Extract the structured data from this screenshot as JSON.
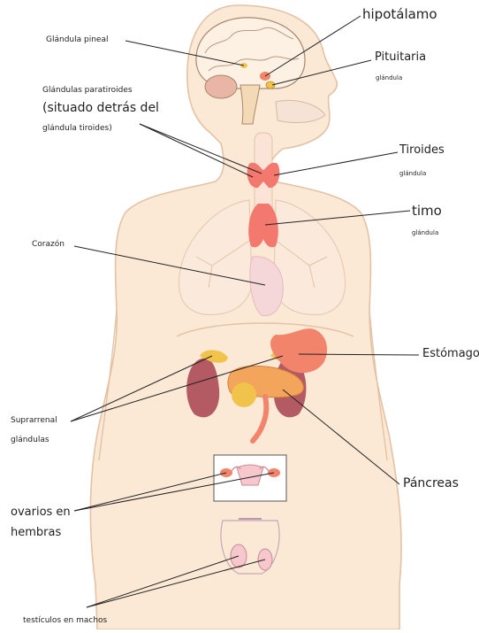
{
  "labels": {
    "hypothalamus": "hipotálamo",
    "pineal": "Glándula pineal",
    "pituitary": "Pituitaria",
    "pituitary_sub": "glándula",
    "parathyroid_1": "Glándulas paratiroides",
    "parathyroid_2": "(situado detrás del",
    "parathyroid_3": "glándula tiroides)",
    "thyroid": "Tiroides",
    "thyroid_sub": "glándula",
    "thymus": "timo",
    "thymus_sub": "glándula",
    "heart": "Corazón",
    "stomach": "Estómago",
    "adrenal_1": "Suprarrenal",
    "adrenal_2": "glándulas",
    "pancreas": "Páncreas",
    "ovaries_1": "ovarios en",
    "ovaries_2": "hembras",
    "testes": "testículos en machos"
  },
  "colors": {
    "skin": "#fbe9d6",
    "outline": "#e3c2a5",
    "gland": "#f3786e",
    "heart": "#f6d7d9",
    "stomach": "#f2846b",
    "kidney": "#b45a62",
    "adrenal": "#f2c34a",
    "lung_line": "#e8cbb4"
  }
}
